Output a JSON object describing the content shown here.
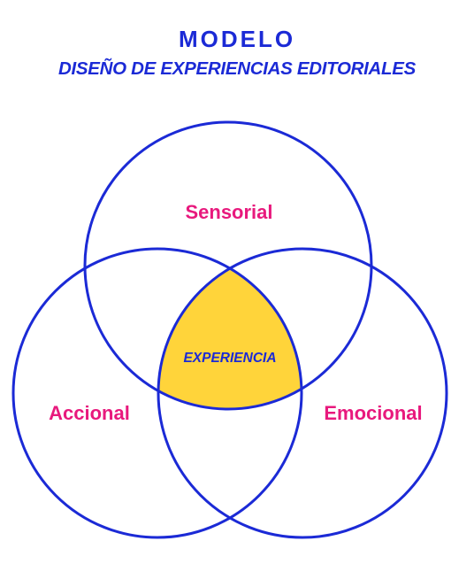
{
  "header": {
    "title": "MODELO",
    "subtitle": "DISEÑO DE EXPERIENCIAS EDITORIALES"
  },
  "diagram": {
    "sets": [
      {
        "key": "top",
        "label": "Sensorial"
      },
      {
        "key": "left",
        "label": "Accional"
      },
      {
        "key": "right",
        "label": "Emocional"
      }
    ],
    "intersection": {
      "label": "EXPERIENCIA"
    }
  },
  "colors": {
    "outline": "#1b2ad6",
    "title": "#1b2ad6",
    "set_label": "#e8197d",
    "center_fill": "#ffd43a",
    "center_label": "#1b2ad6",
    "background": "#ffffff"
  }
}
